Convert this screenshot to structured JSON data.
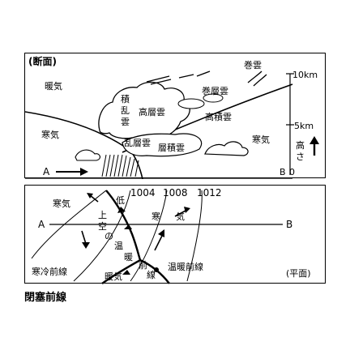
{
  "section": {
    "title": "(断面)",
    "warm_air": "暖気",
    "cold_air": "寒気",
    "cold_air_right": "寒気",
    "point_a": "A",
    "point_b": "B",
    "clouds": {
      "cirrus": "巻雲",
      "cirrostratus": "巻層雲",
      "altostratus": "高層雲",
      "altocumulus": "高積雲",
      "cumulonimbus": [
        "積",
        "乱",
        "雲"
      ],
      "nimbostratus": "乱層雲",
      "stratocumulus": "層積雲"
    },
    "scale": {
      "top": "10km",
      "mid": "5km",
      "bottom": "0",
      "height_label": [
        "高",
        "さ"
      ]
    }
  },
  "plan": {
    "title": "(平面)",
    "isobars": [
      "1004",
      "1008",
      "1012"
    ],
    "low": "低",
    "cold_air": "寒気",
    "cold_air_split": [
      "寒",
      "気"
    ],
    "warm_aloft": [
      "上",
      "空",
      "の",
      "温",
      "暖"
    ],
    "warm_air": "暖気",
    "front_chars": [
      "前",
      "線"
    ],
    "cold_front": "寒冷前線",
    "warm_front": "温暖前線",
    "point_a": "A",
    "point_b": "B"
  },
  "caption": "閉塞前線",
  "colors": {
    "ink": "#000000",
    "background": "#ffffff"
  }
}
